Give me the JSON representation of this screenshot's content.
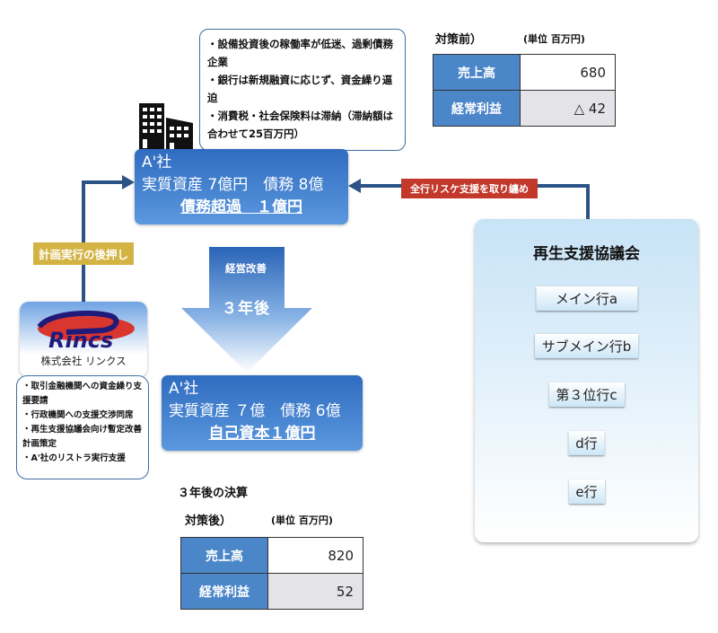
{
  "before": {
    "title": "対策前）",
    "unit": "(単位 百万円)",
    "rows": [
      {
        "label": "売上高",
        "value": "680"
      },
      {
        "label": "経常利益",
        "value": "△ 42"
      }
    ]
  },
  "problem_note": {
    "lines": [
      "・設備投資後の稼働率が低迷、過剰債務企業",
      "・銀行は新規融資に応じず、資金繰り逼迫",
      "・消費税・社会保険料は滞納（滞納額は合わせて25百万円）"
    ]
  },
  "company_before": {
    "name": "A'社",
    "line": "実質資産 7億円　債務 8億",
    "status": "債務超過　１億円"
  },
  "company_after": {
    "name": "A'社",
    "line": "実質資産 ７億　債務 6億",
    "status": "自己資本１億円"
  },
  "arrow": {
    "label_top": "経営改善",
    "label_main": "３年後"
  },
  "link_labels": {
    "bank_consolidation": "全行リスケ支援を取り纏め",
    "plan_support": "計画実行の後押し"
  },
  "rincs": {
    "logo_text": "Rincs",
    "company_name": "株式会社 リンクス",
    "services": [
      "・取引金融機関への資金繰り支援要請",
      "・行政機関への支援交渉同席",
      "・再生支援協議会向け暫定改善計画策定",
      "・A'社のリストラ実行支援"
    ]
  },
  "council": {
    "title": "再生支援協議会",
    "banks": [
      "メイン行a",
      "サブメイン行b",
      "第３位行c",
      "d行",
      "e行"
    ]
  },
  "after": {
    "section_title": "３年後の決算",
    "title": "対策後）",
    "unit": "(単位 百万円)",
    "rows": [
      {
        "label": "売上高",
        "value": "820"
      },
      {
        "label": "経常利益",
        "value": "52"
      }
    ]
  },
  "colors": {
    "line": "#2c5385",
    "box_blue": "#3a78c9",
    "tag_red": "#c2382a",
    "tag_gold": "#d3b344"
  }
}
